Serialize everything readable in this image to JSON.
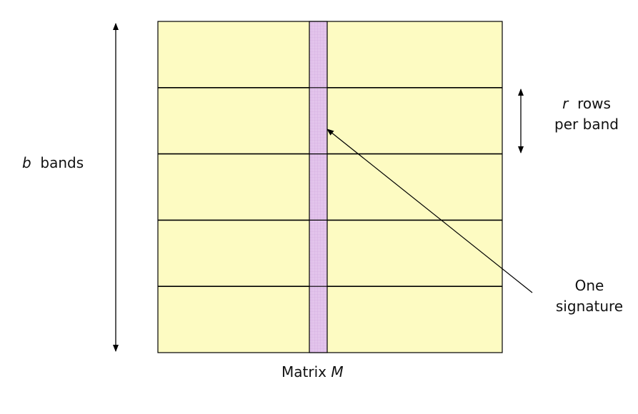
{
  "diagram": {
    "band_count": 5,
    "colors": {
      "matrix_fill": "#fdfbc2",
      "band_divider": "#000000",
      "signature_column_fill": "#e3c4ec",
      "signature_column_grid": "#d2a9de",
      "arrow": "#000000"
    }
  },
  "labels": {
    "bands": {
      "var": "b",
      "text": "bands"
    },
    "rows_per_band": {
      "var": "r",
      "line1": "rows",
      "line2": "per band"
    },
    "signature": {
      "line1": "One",
      "line2": "signature"
    },
    "matrix": {
      "text": "Matrix",
      "var": "M"
    }
  }
}
